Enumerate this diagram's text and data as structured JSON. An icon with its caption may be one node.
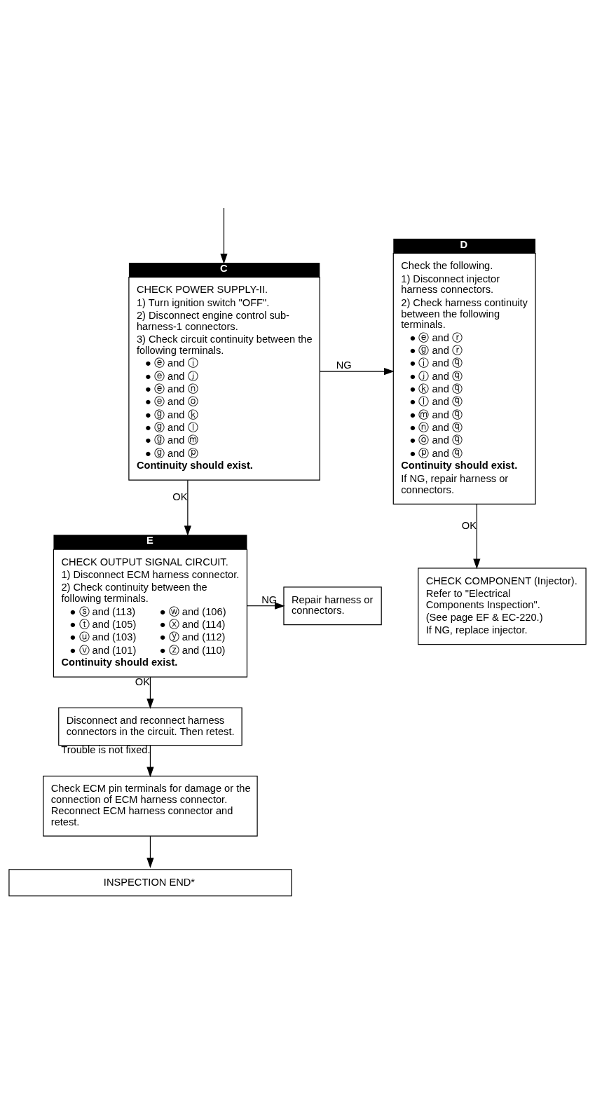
{
  "diagram": {
    "nodes": [
      {
        "text": [
          "CHECK POWER SUPPLY-II.",
          "1) Turn ignition switch \"OFF\".",
          "2) Disconnect engine control sub-harness-1 connectors.",
          "3) Check circuit continuity between the following terminals.",
          "● ⓔ and ⓘ",
          "● ⓔ and ⓙ",
          "● ⓔ and ⓝ",
          "● ⓔ and ⓞ",
          "● ⓖ and ⓚ",
          "● ⓖ and ⓛ",
          "● ⓖ and ⓜ",
          "● ⓖ and ⓟ",
          "Continuity should exist."
        ],
        "beside": [
          "C"
        ]
      },
      {
        "text": [
          "Check the following.",
          "1) Disconnect injector harness connectors.",
          "2) Check harness continuity between the following terminals.",
          "● ⓔ and ⓡ",
          "● ⓖ and ⓡ",
          "● ⓘ and ⓠ",
          "● ⓙ and ⓠ",
          "● ⓚ and ⓠ",
          "● ⓛ and ⓠ",
          "● ⓜ and ⓠ",
          "● ⓝ and ⓠ",
          "● ⓞ and ⓠ",
          "● ⓟ and ⓠ",
          "Continuity should exist.",
          "If NG, repair harness or connectors."
        ],
        "beside": [
          "D"
        ]
      },
      {
        "text": [
          "CHECK COMPONENT (Injector).",
          "Refer to \"Electrical Components Inspection\".",
          "(See page EF & EC-220.)",
          "If NG, replace injector."
        ]
      },
      {
        "text": [
          "CHECK OUTPUT SIGNAL CIRCUIT.",
          "1) Disconnect ECM harness connector.",
          "2) Check continuity between the following terminals.",
          "● ⓢ and (113)",
          "● ⓦ and (106)",
          "● ⓣ and (105)",
          "● ⓧ and (114)",
          "● ⓤ and (103)",
          "● ⓨ and (112)",
          "● ⓥ and (101)",
          "● ⓩ and (110)",
          "Continuity should exist."
        ],
        "beside": [
          "E"
        ]
      },
      {
        "text": [
          "Repair harness or connectors."
        ]
      },
      {
        "text": [
          "Disconnect and reconnect harness connectors in the circuit. Then retest."
        ]
      },
      {
        "text": [
          "Check ECM pin terminals for damage or the connection of ECM harness connector. Reconnect ECM harness connector and retest."
        ]
      },
      {
        "text": [
          "INSPECTION END*"
        ]
      }
    ],
    "edges": [
      {
        "from": null,
        "to": 0,
        "arrow": "to"
      },
      {
        "from": 0,
        "to": 1,
        "arrow": "to",
        "label": "NG"
      },
      {
        "from": 0,
        "to": 3,
        "arrow": "to",
        "label": "OK"
      },
      {
        "from": 1,
        "to": 2,
        "arrow": "to",
        "label": "OK"
      },
      {
        "from": 3,
        "to": 4,
        "arrow": "to",
        "label": "NG"
      },
      {
        "from": 3,
        "to": 5,
        "arrow": "to",
        "label": "OK"
      },
      {
        "from": 5,
        "to": 6,
        "arrow": "to",
        "label": "Trouble is not fixed."
      },
      {
        "from": 6,
        "to": 7,
        "arrow": "to"
      }
    ]
  }
}
